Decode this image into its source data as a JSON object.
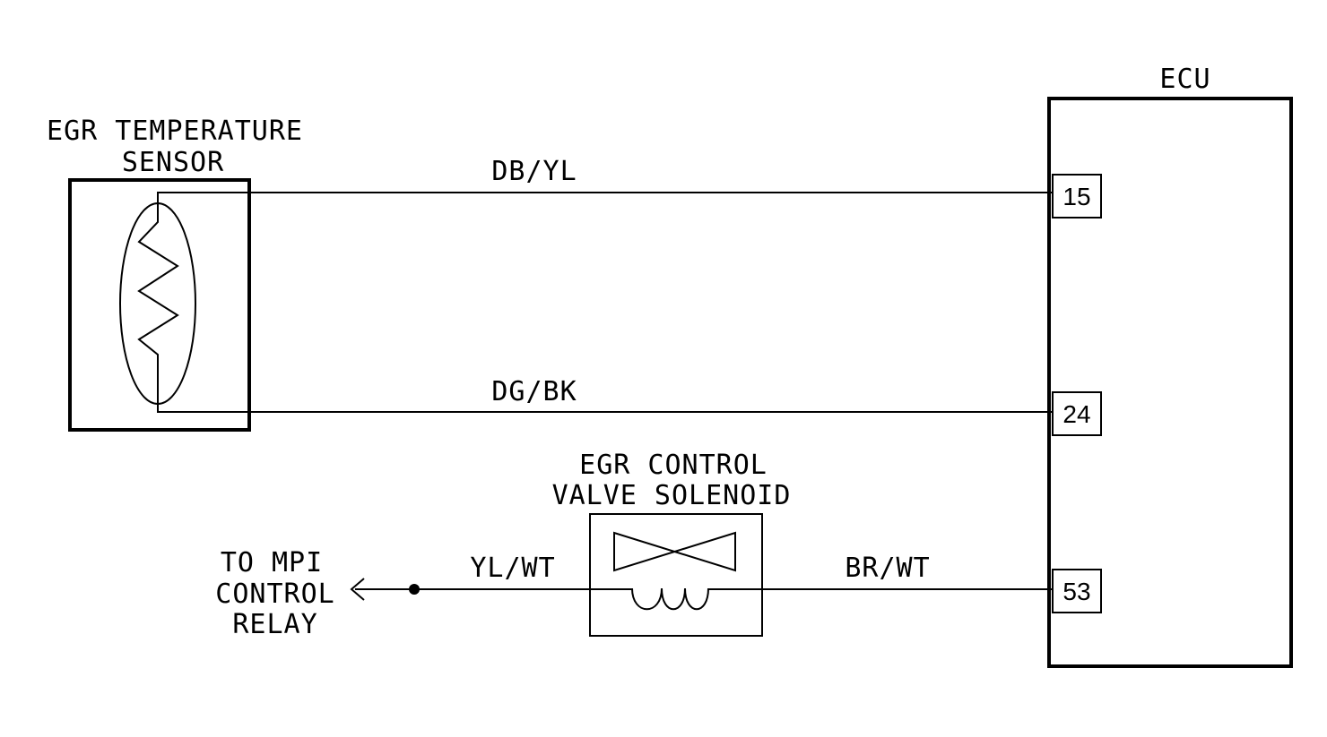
{
  "ecu": {
    "label": "ECU",
    "pins": {
      "p15": "15",
      "p24": "24",
      "p53": "53"
    }
  },
  "egr_sensor": {
    "label_line1": "EGR TEMPERATURE",
    "label_line2": "SENSOR"
  },
  "egr_solenoid": {
    "label_line1": "EGR CONTROL",
    "label_line2": "VALVE SOLENOID"
  },
  "relay": {
    "label_line1": "TO MPI",
    "label_line2": "CONTROL",
    "label_line3": "RELAY"
  },
  "wires": {
    "top": "DB/YL",
    "middle": "DG/BK",
    "left_bottom": "YL/WT",
    "right_bottom": "BR/WT"
  }
}
